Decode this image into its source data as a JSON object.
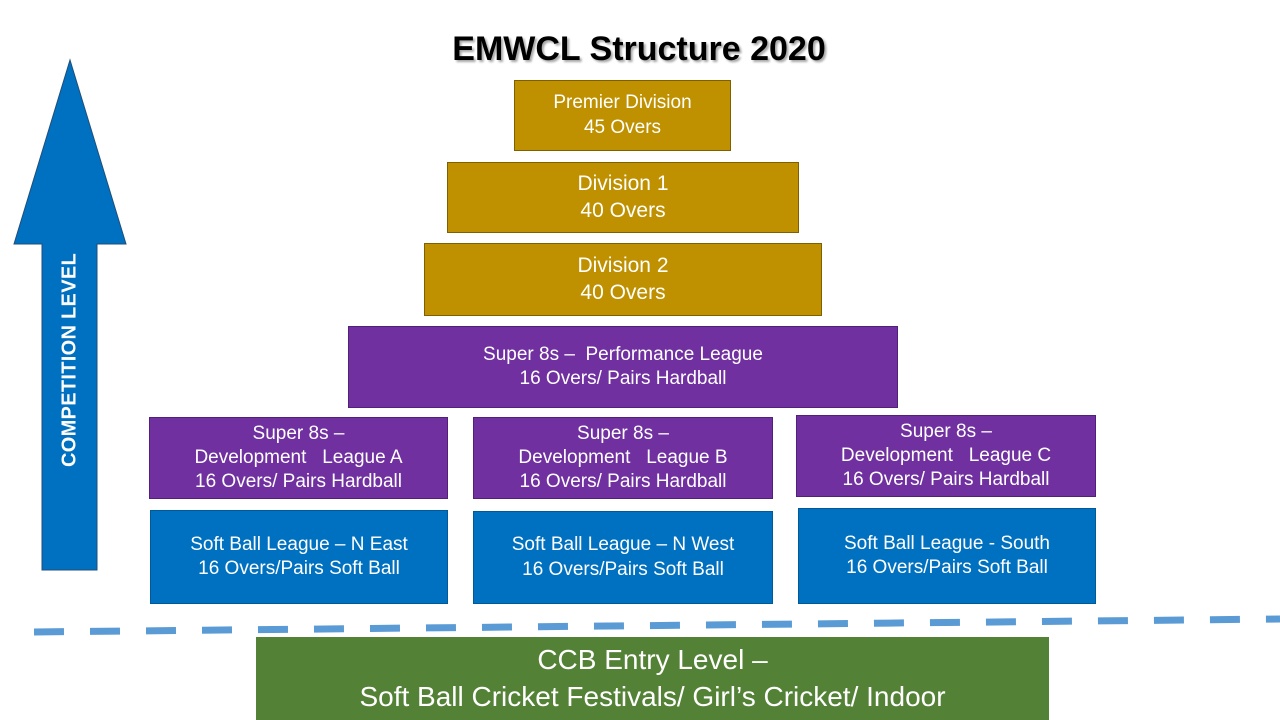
{
  "title": "EMWCL Structure 2020",
  "arrow": {
    "label": "COMPETITION LEVEL",
    "color": "#0070C0"
  },
  "tiers": {
    "premier": {
      "line1": "Premier Division",
      "line2": "45 Overs"
    },
    "div1": {
      "line1": "Division 1",
      "line2": "40 Overs"
    },
    "div2": {
      "line1": "Division 2",
      "line2": "40 Overs"
    },
    "performance": {
      "line1": "Super 8s –  Performance League",
      "line2": "16 Overs/ Pairs Hardball"
    },
    "devA": {
      "line1": "Super 8s –",
      "line2": "Development   League A",
      "line3": "16 Overs/ Pairs Hardball"
    },
    "devB": {
      "line1": "Super 8s –",
      "line2": "Development   League B",
      "line3": "16 Overs/ Pairs Hardball"
    },
    "devC": {
      "line1": "Super 8s –",
      "line2": "Development   League C",
      "line3": "16 Overs/ Pairs Hardball"
    },
    "softNE": {
      "line1": "Soft Ball League – N East",
      "line2": "16 Overs/Pairs Soft Ball"
    },
    "softNW": {
      "line1": "Soft Ball League – N West",
      "line2": "16 Overs/Pairs Soft Ball"
    },
    "softS": {
      "line1": "Soft Ball League - South",
      "line2": "16 Overs/Pairs Soft Ball"
    },
    "entry": {
      "line1": "CCB Entry Level –",
      "line2": "Soft Ball Cricket Festivals/ Girl’s Cricket/ Indoor"
    }
  },
  "colors": {
    "gold": "#BF9000",
    "purple": "#7030A0",
    "blue": "#0070C0",
    "green": "#538135",
    "dashed_line": "#5B9BD5"
  }
}
